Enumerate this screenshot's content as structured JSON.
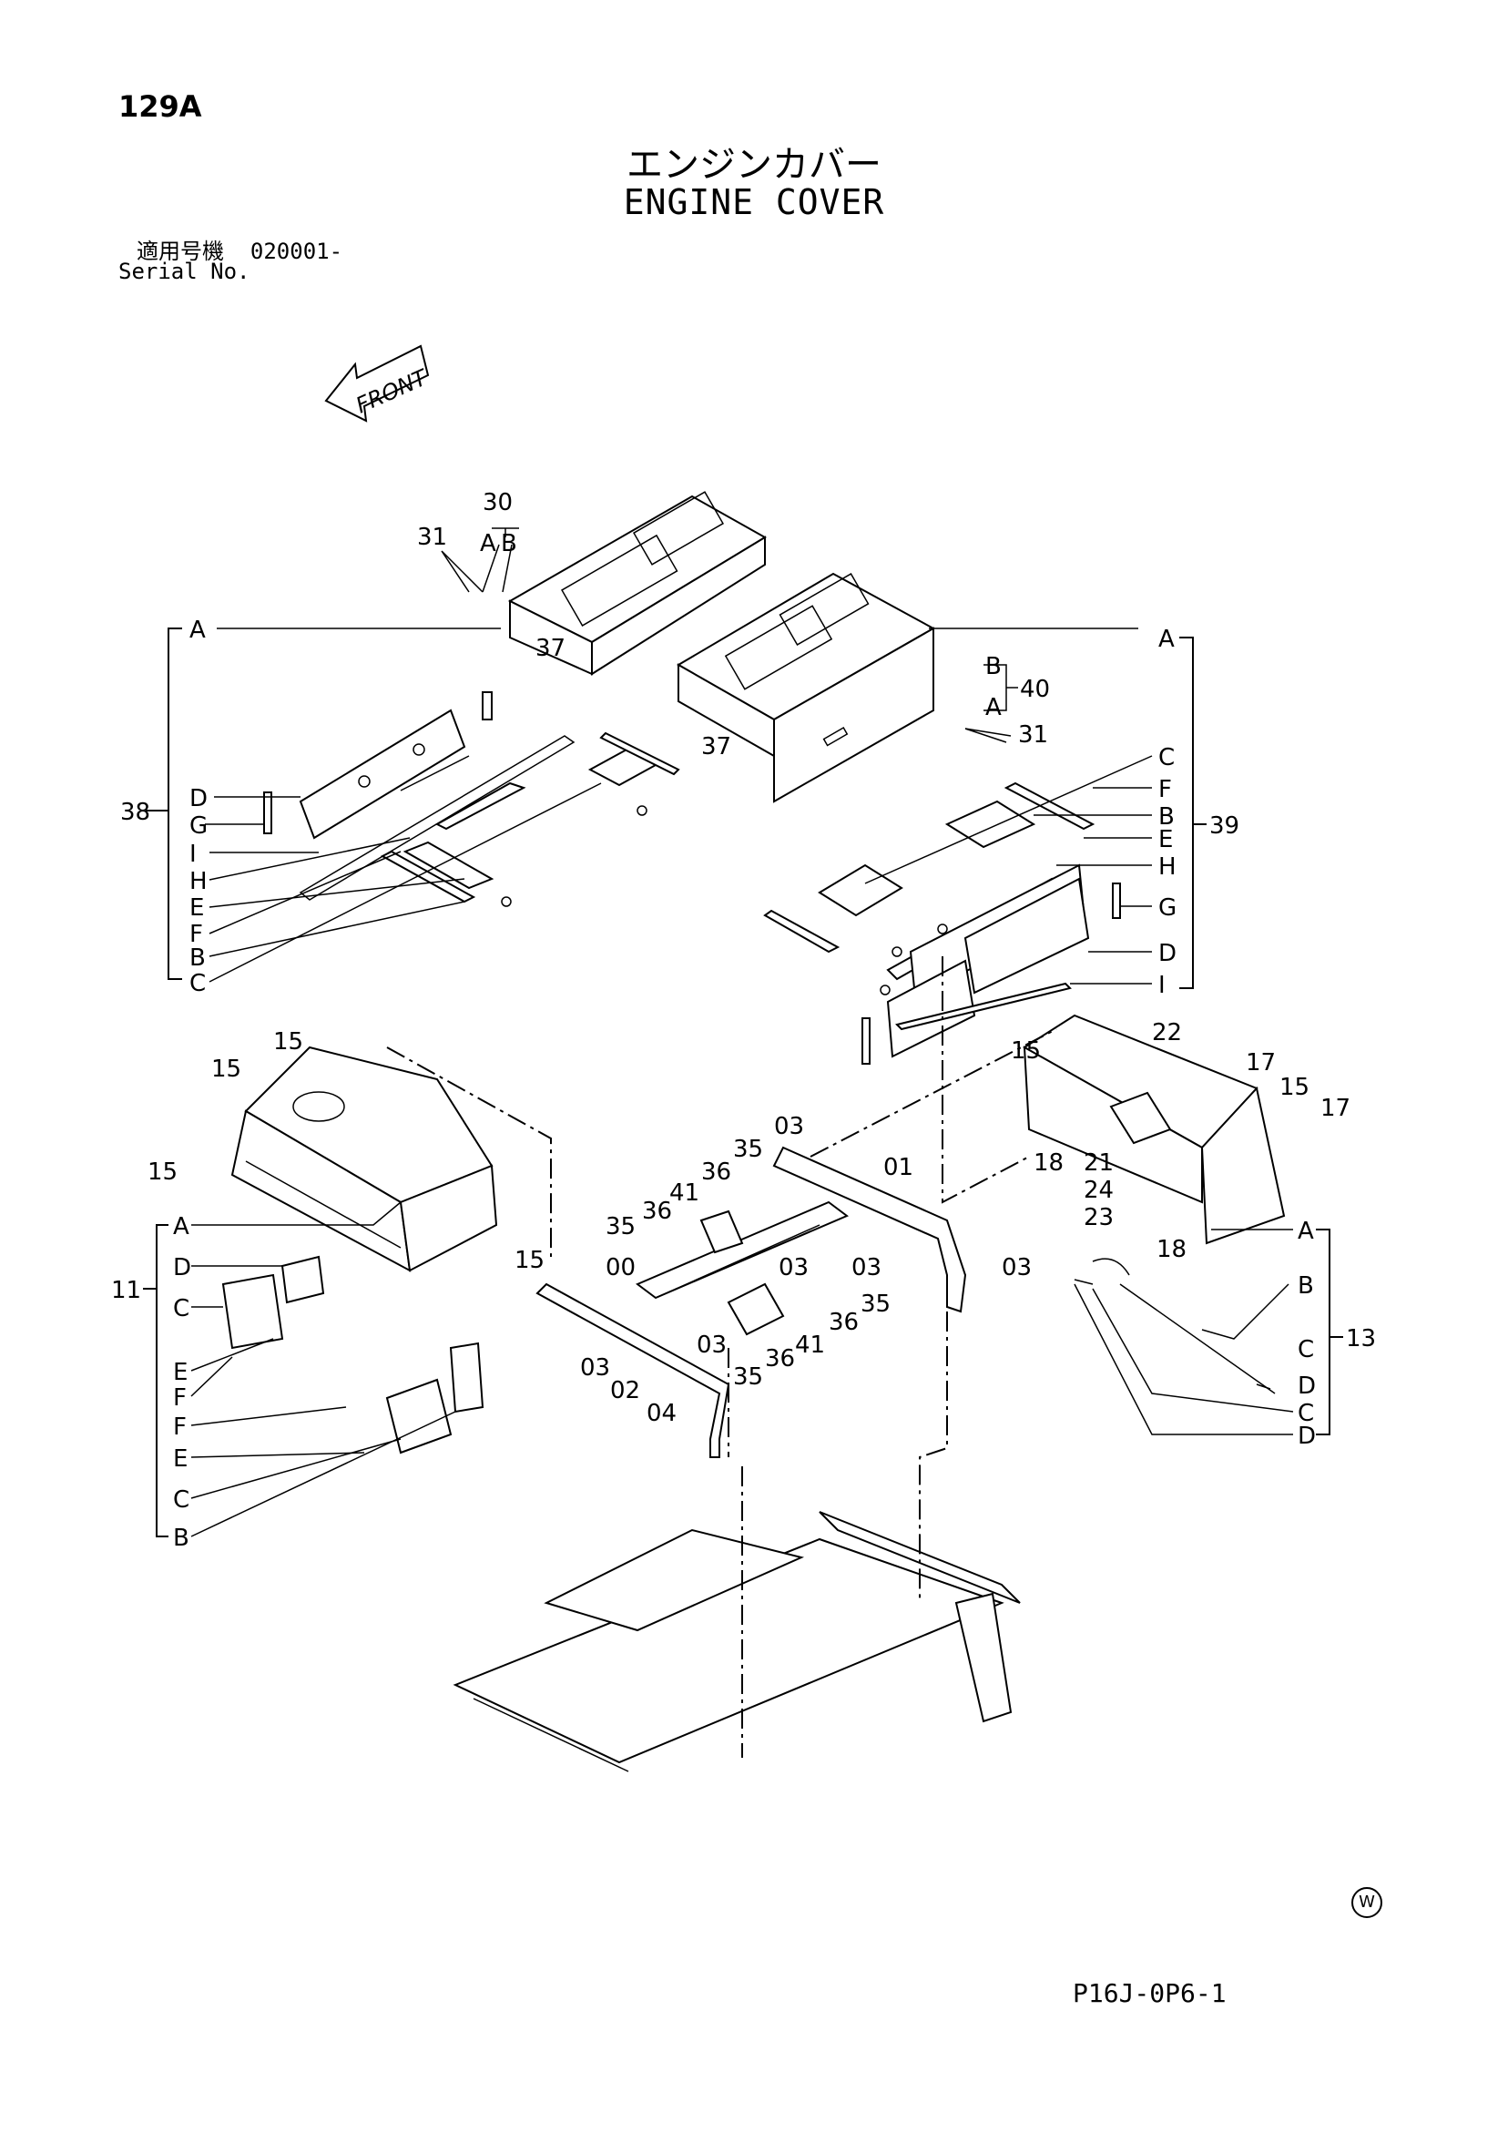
{
  "header": {
    "page_number": "129A",
    "title_jp": "エンジンカバー",
    "title_en": "ENGINE COVER",
    "serial_label_jp": "適用号機",
    "serial_range": "020001-",
    "serial_label_en": "Serial No."
  },
  "front_arrow": {
    "label": "FRONT"
  },
  "footer": {
    "code": "P16J-0P6-1",
    "mark": "W"
  },
  "callouts": {
    "c30": "30",
    "c30A": "A",
    "c30B": "B",
    "c31a": "31",
    "c37a": "37",
    "c37b": "37",
    "c40": "40",
    "c40B": "B",
    "c40A": "A",
    "c31b": "31",
    "c38": "38",
    "c39": "39",
    "c11": "11",
    "c13": "13",
    "c15a": "15",
    "c15b": "15",
    "c15c": "15",
    "c15d": "15",
    "c15e": "15",
    "c15f": "15",
    "c22": "22",
    "c17a": "17",
    "c17b": "17",
    "c18a": "18",
    "c18b": "18",
    "c21": "21",
    "c24": "24",
    "c23": "23",
    "c03a": "03",
    "c03b": "03",
    "c03c": "03",
    "c03d": "03",
    "c03e": "03",
    "c03f": "03",
    "c01": "01",
    "c00": "00",
    "c02": "02",
    "c04": "04",
    "c35a": "35",
    "c35b": "35",
    "c35c": "35",
    "c35d": "35",
    "c36a": "36",
    "c36b": "36",
    "c36c": "36",
    "c36d": "36",
    "c41a": "41",
    "c41b": "41"
  },
  "groups": {
    "g38": [
      "A",
      "D",
      "G",
      "I",
      "H",
      "E",
      "F",
      "B",
      "C"
    ],
    "g39": [
      "A",
      "C",
      "F",
      "B",
      "E",
      "H",
      "G",
      "D",
      "I"
    ],
    "g11": [
      "A",
      "D",
      "C",
      "E",
      "F",
      "F",
      "E",
      "C",
      "B"
    ],
    "g13": [
      "A",
      "B",
      "C",
      "D",
      "C",
      "D"
    ]
  }
}
